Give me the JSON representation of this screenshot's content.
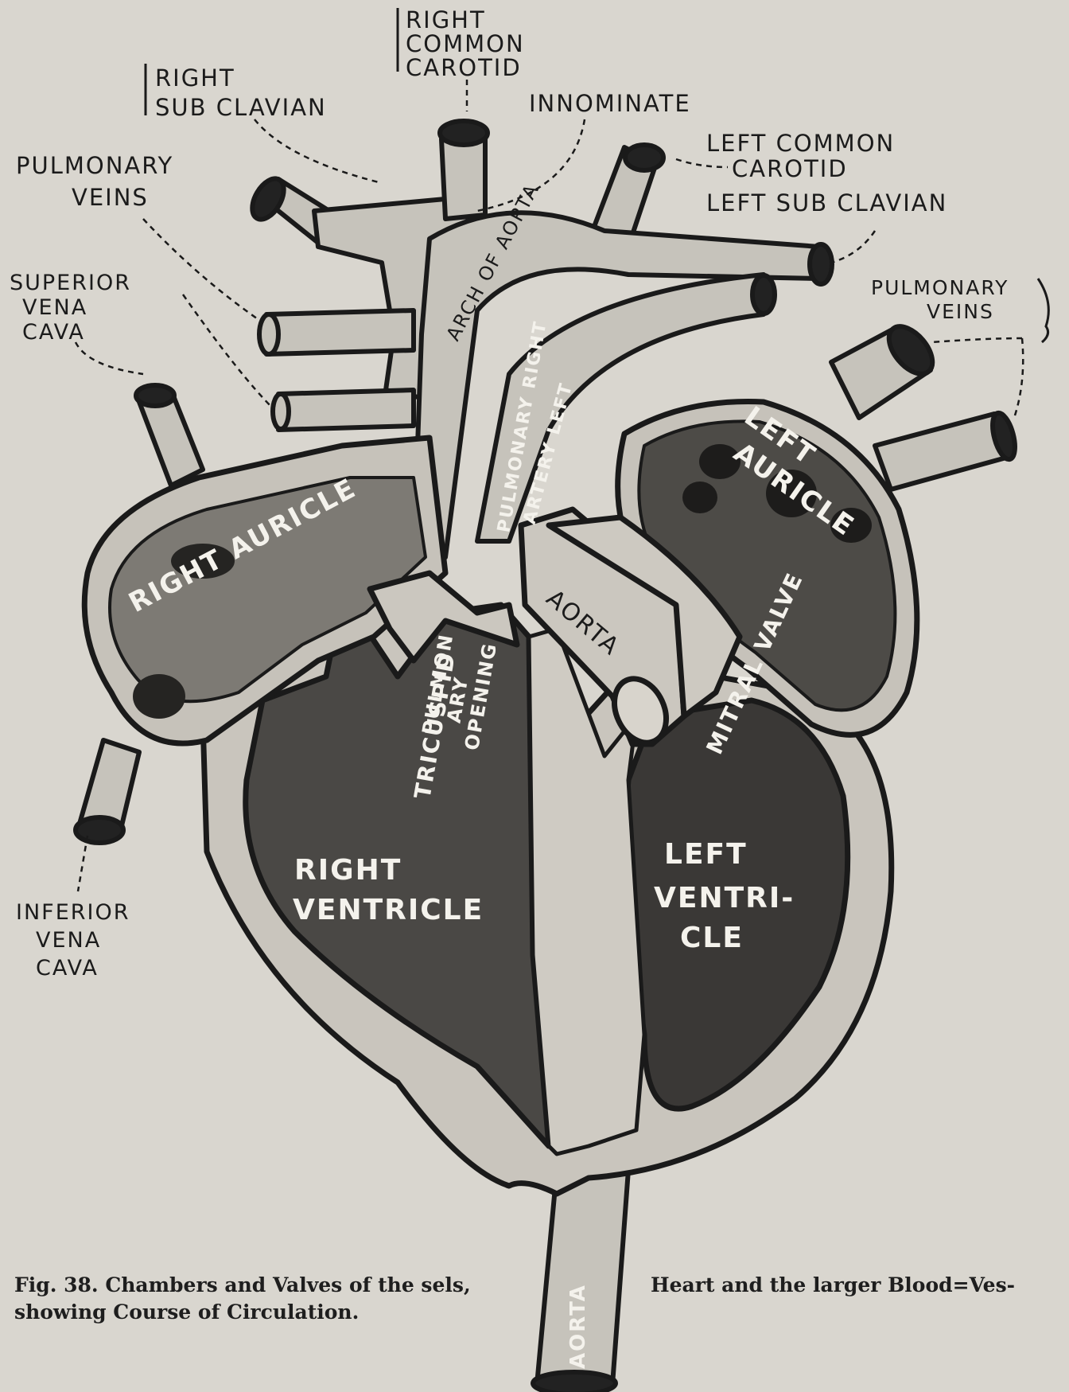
{
  "labels": {
    "right_common_carotid": [
      "RIGHT",
      "COMMON",
      "CAROTID"
    ],
    "right_sub_clavian": [
      "RIGHT",
      "SUB CLAVIAN"
    ],
    "innominate": "INNOMINATE",
    "left_common_carotid": [
      "LEFT COMMON",
      "CAROTID"
    ],
    "left_sub_clavian": "LEFT SUB CLAVIAN",
    "pulmonary_veins_left": [
      "PULMONARY",
      "VEINS"
    ],
    "pulmonary_veins_right": [
      "PULMONARY",
      "VEINS"
    ],
    "superior_vena_cava": [
      "SUPERIOR",
      "VENA",
      "CAVA"
    ],
    "inferior_vena_cava": [
      "INFERIOR",
      "VENA",
      "CAVA"
    ],
    "arch_of_aorta": "ARCH OF AORTA",
    "pulmonary_artery": [
      "PULMONARY RIGHT",
      "ARTERY LEFT"
    ],
    "right_auricle": "RIGHT AURICLE",
    "left_auricle": [
      "LEFT",
      "AURICLE"
    ],
    "aorta_mid": "AORTA",
    "aorta_bottom": "AORTA",
    "tricuspid": "TRICUSPID",
    "pulmonary_opening": [
      "PULMON",
      "ARY",
      "OPENING"
    ],
    "mitral_valve": "MITRAL VALVE",
    "right_ventricle": [
      "RIGHT",
      "VENTRICLE"
    ],
    "left_ventricle": [
      "LEFT",
      "VENTRI-",
      "CLE"
    ]
  },
  "caption": {
    "left": "Fig. 38. Chambers and Valves of the sels, showing Course of Circulation.",
    "right": "Heart and the larger Blood=Ves-"
  }
}
